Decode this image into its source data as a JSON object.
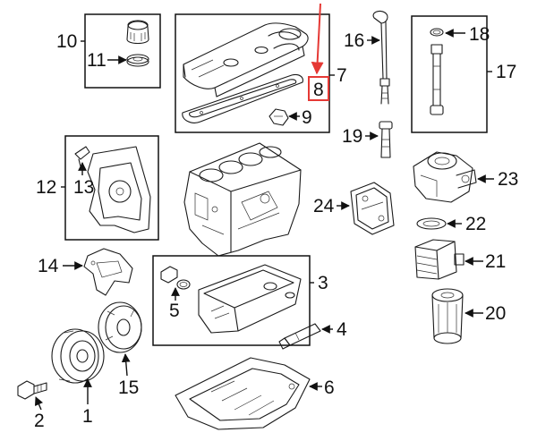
{
  "callouts": {
    "c1": "1",
    "c2": "2",
    "c3": "3",
    "c4": "4",
    "c5": "5",
    "c6": "6",
    "c7": "7",
    "c8": "8",
    "c9": "9",
    "c10": "10",
    "c11": "11",
    "c12": "12",
    "c13": "13",
    "c14": "14",
    "c15": "15",
    "c16": "16",
    "c17": "17",
    "c18": "18",
    "c19": "19",
    "c20": "20",
    "c21": "21",
    "c22": "22",
    "c23": "23",
    "c24": "24"
  },
  "colors": {
    "ink": "#111111",
    "highlight": "#e53935",
    "background": "#ffffff"
  }
}
